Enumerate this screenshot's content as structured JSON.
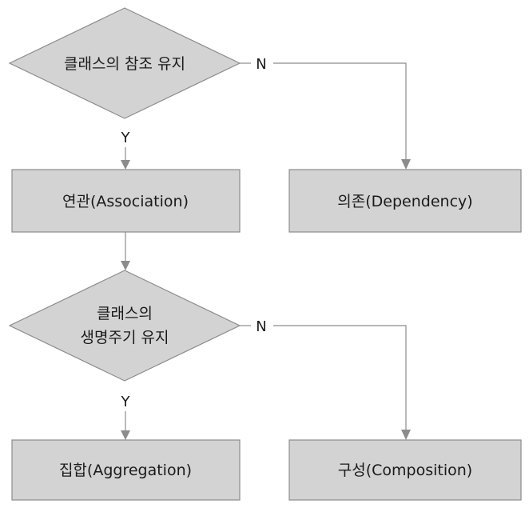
{
  "decisions": {
    "d1": {
      "lines": [
        "클래스의 참조 유지"
      ]
    },
    "d2": {
      "lines": [
        "클래스의",
        "생명주기 유지"
      ]
    }
  },
  "boxes": {
    "association": "연관(Association)",
    "dependency": "의존(Dependency)",
    "aggregation": "집합(Aggregation)",
    "composition": "구성(Composition)"
  },
  "edges": {
    "d1_no": "N",
    "d1_yes": "Y",
    "d2_no": "N",
    "d2_yes": "Y"
  }
}
